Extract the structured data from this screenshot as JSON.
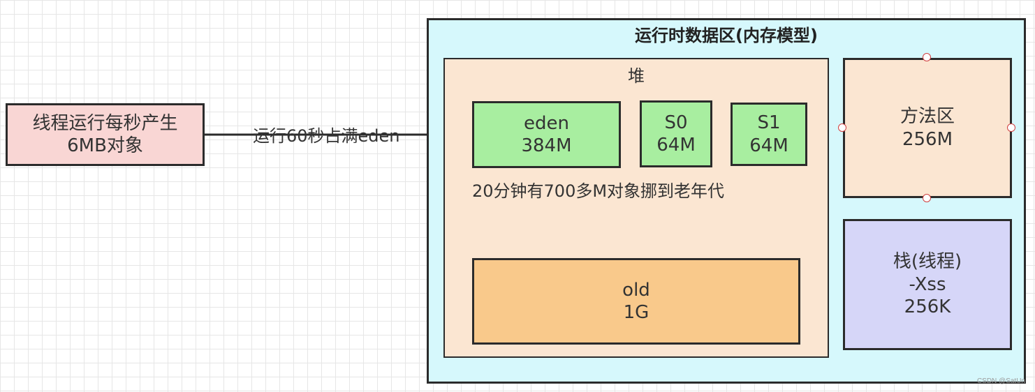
{
  "source": {
    "line1": "线程运行每秒产生",
    "line2": "6MB对象"
  },
  "arrow_label": "运行60秒占满eden",
  "runtime": {
    "title": "运行时数据区(内存模型)"
  },
  "heap": {
    "title": "堆"
  },
  "eden": {
    "name": "eden",
    "size": "384M"
  },
  "s0": {
    "name": "S0",
    "size": "64M"
  },
  "s1": {
    "name": "S1",
    "size": "64M"
  },
  "move_label": "20分钟有700多M对象挪到老年代",
  "old": {
    "name": "old",
    "size": "1G"
  },
  "method_area": {
    "name": "方法区",
    "size": "256M"
  },
  "stack": {
    "name": "栈(线程)",
    "param": "-Xss",
    "size": "256K"
  },
  "watermark": "CSDN @SatUn"
}
